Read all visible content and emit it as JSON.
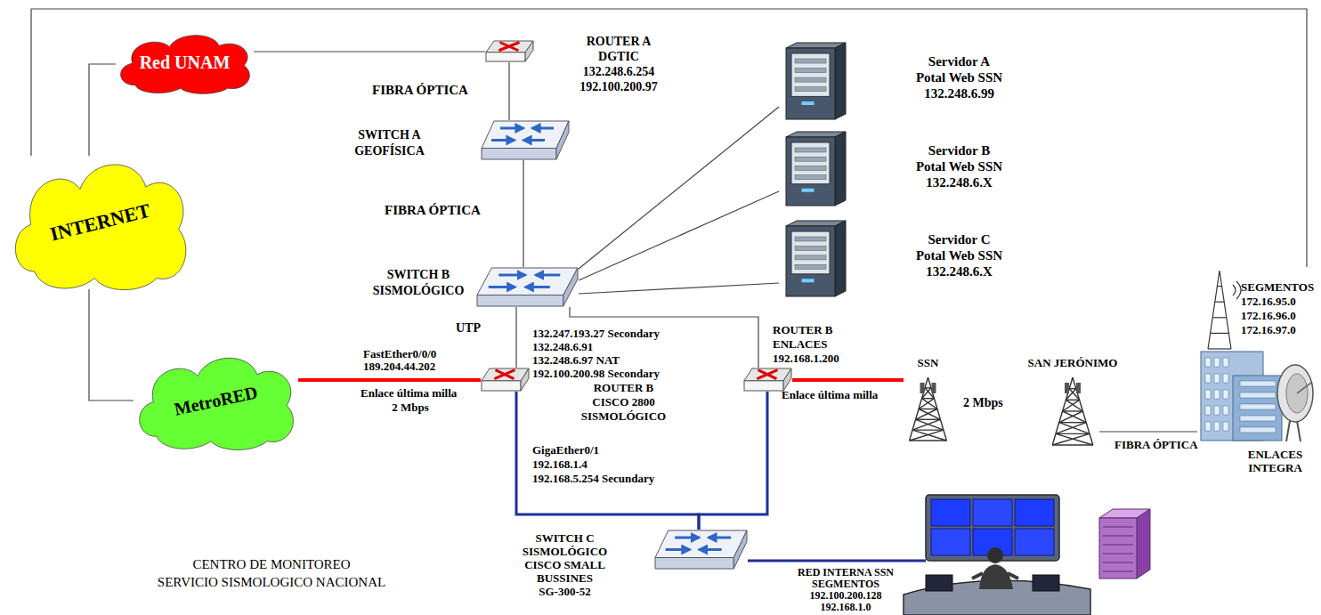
{
  "diagram": {
    "nodes": [
      {
        "text": [
          "Red UNAM"
        ]
      },
      {
        "text": [
          "ROUTER A",
          "DGTIC",
          "132.248.6.254",
          "192.100.200.97"
        ]
      },
      {
        "text": [
          "SWITCH A",
          "GEOFÍSICA"
        ]
      },
      {
        "text": [
          "Servidor A",
          "Potal Web SSN",
          "132.248.6.99"
        ]
      },
      {
        "text": [
          "Servidor B",
          "Potal Web SSN",
          "132.248.6.X"
        ]
      },
      {
        "text": [
          "Servidor C",
          "Potal Web SSN",
          "132.248.6.X"
        ]
      },
      {
        "text": [
          "INTERNET"
        ]
      },
      {
        "text": [
          "SWITCH B",
          "SISMOLÓGICO"
        ]
      },
      {
        "text": [
          "MetroRED"
        ]
      },
      {
        "text": [
          "ROUTER B",
          "CISCO 2800",
          "SISMOLÓGICO"
        ]
      },
      {
        "text": [
          "ROUTER B",
          "ENLACES",
          "192.168.1.200"
        ]
      },
      {
        "text": [
          "SSN"
        ]
      },
      {
        "text": [
          "SAN JERÓNIMO"
        ]
      },
      {
        "text": [
          "SEGMENTOS",
          "172.16.95.0",
          "172.16.96.0",
          "172.16.97.0",
          "ENLACES INTEGRA"
        ]
      },
      {
        "text": [
          "SWITCH C",
          "SISMOLÓGICO",
          "CISCO SMALL",
          "BUSSINES",
          "SG-300-52"
        ]
      }
    ],
    "edges": [
      {
        "from": 0,
        "to": 1,
        "arrow": "none"
      },
      {
        "from": 1,
        "to": 2,
        "arrow": "none"
      },
      {
        "from": 2,
        "to": 7,
        "arrow": "none"
      },
      {
        "from": 7,
        "to": 3,
        "arrow": "none"
      },
      {
        "from": 7,
        "to": 4,
        "arrow": "none"
      },
      {
        "from": 7,
        "to": 5,
        "arrow": "none"
      },
      {
        "from": 7,
        "to": 9,
        "arrow": "none"
      },
      {
        "from": 7,
        "to": 10,
        "arrow": "none"
      },
      {
        "from": 8,
        "to": 9,
        "arrow": "none"
      },
      {
        "from": 9,
        "to": 14,
        "arrow": "none"
      },
      {
        "from": 10,
        "to": 14,
        "arrow": "none"
      },
      {
        "from": 10,
        "to": 11,
        "arrow": "none"
      },
      {
        "from": 12,
        "to": 13,
        "arrow": "none"
      },
      {
        "from": 0,
        "to": 6,
        "arrow": "none"
      },
      {
        "from": 6,
        "to": 8,
        "arrow": "none"
      },
      {
        "from": 13,
        "to": 6,
        "arrow": "none"
      }
    ],
    "labels": [
      "FIBRA ÓPTICA",
      "FIBRA ÓPTICA",
      "UTP",
      "132.247.193.27 Secondary",
      "132.248.6.91",
      "132.248.6.97 NAT",
      "192.100.200.98 Secondary",
      "FastEther0/0/0",
      "189.204.44.202",
      "Enlace última milla",
      "2 Mbps",
      "GigaEther0/1",
      "192.168.1.4",
      "192.168.5.254 Secundary",
      "Enlace última milla",
      "2 Mbps",
      "FIBRA ÓPTICA",
      "CENTRO DE MONITOREO",
      "SERVICIO SISMOLOGICO NACIONAL",
      "RED INTERNA SSN",
      "SEGMENTOS",
      "192.100.200.128",
      "192.168.1.0"
    ]
  }
}
